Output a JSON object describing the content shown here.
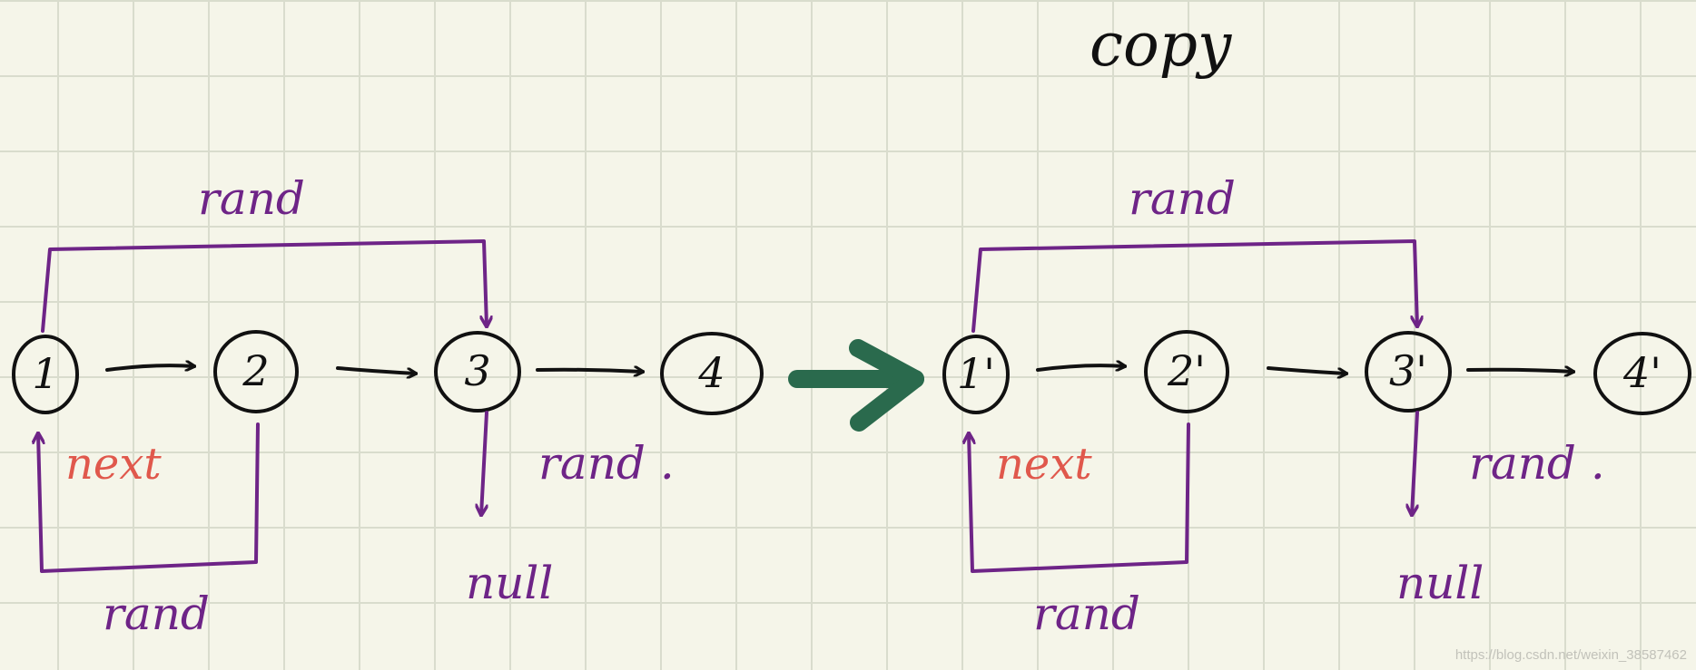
{
  "title": "copy",
  "original": {
    "nodes": [
      "1",
      "2",
      "3",
      "4"
    ],
    "rand_label_top": "rand",
    "rand_label_bottom": "rand",
    "rand_label_right": "rand .",
    "next_label": "next",
    "null_label": "null"
  },
  "copied": {
    "nodes": [
      "1'",
      "2'",
      "3'",
      "4'"
    ],
    "rand_label_top": "rand",
    "rand_label_bottom": "rand",
    "rand_label_right": "rand .",
    "next_label": "next",
    "null_label": "null"
  },
  "watermark": "https://blog.csdn.net/weixin_38587462",
  "colors": {
    "background": "#f5f5e9",
    "ink": "#111111",
    "rand": "#6e2487",
    "next": "#e0584c",
    "transform_arrow": "#2a6a4d"
  }
}
